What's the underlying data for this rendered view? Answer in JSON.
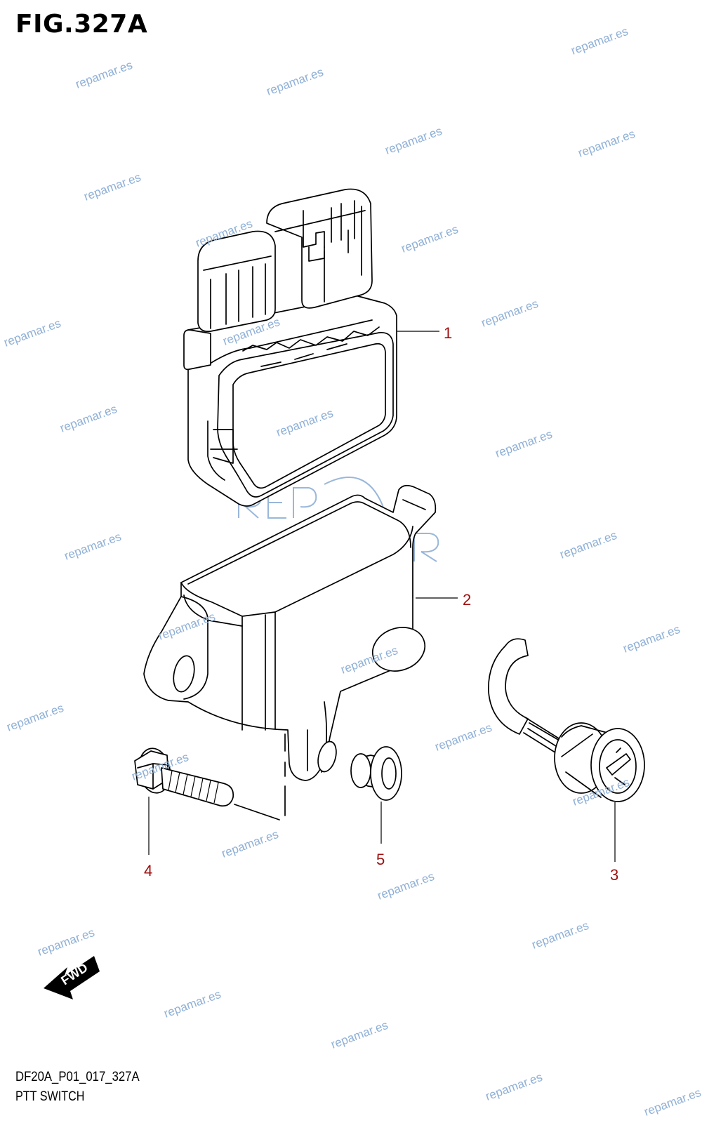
{
  "figure": {
    "title": "FIG.327A",
    "code": "DF20A_P01_017_327A",
    "name": "PTT SWITCH"
  },
  "callouts": [
    {
      "id": "1"
    },
    {
      "id": "2"
    },
    {
      "id": "3"
    },
    {
      "id": "4"
    },
    {
      "id": "5"
    }
  ],
  "direction_badge": {
    "label": "FWD"
  },
  "watermark": {
    "text": "repamar.es",
    "logo_text": "REPAMAR"
  },
  "colors": {
    "callout": "#a01010",
    "watermark": "#8fb0d6",
    "line": "#000000"
  }
}
